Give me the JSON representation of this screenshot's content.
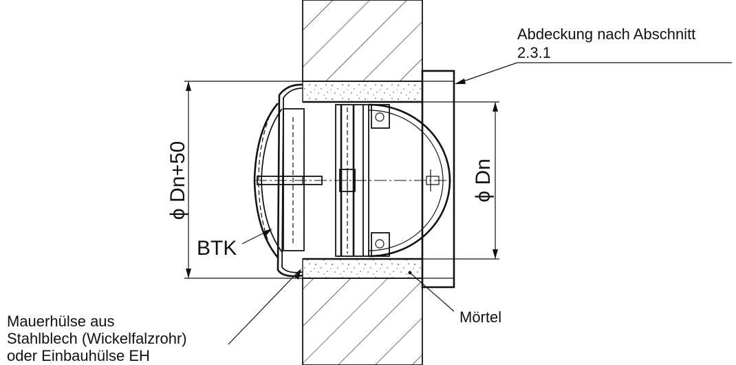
{
  "labels": {
    "cover_line1": "Abdeckung nach Abschnitt",
    "cover_line2": "2.3.1",
    "btk": "BTK",
    "moertel": "Mörtel",
    "sleeve_line1": "Mauerhülse aus",
    "sleeve_line2": "Stahlblech (Wickelfalzrohr)",
    "sleeve_line3": "oder Einbauhülse EH",
    "dim_outer": "ϕ Dn+50",
    "dim_inner": "ϕ Dn"
  },
  "colors": {
    "line": "#111111",
    "background": "#ffffff"
  }
}
